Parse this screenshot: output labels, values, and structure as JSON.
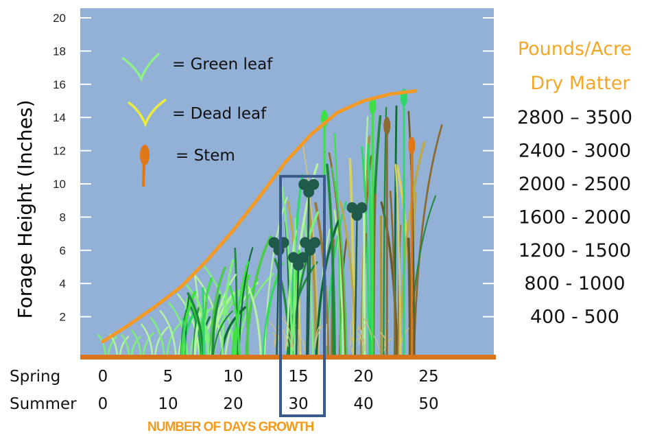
{
  "chart_data": {
    "type": "area",
    "ylabel": "Forage Height (Inches)",
    "xlabel": "NUMBER OF DAYS GROWTH",
    "ylim": [
      0,
      20
    ],
    "yticks": [
      2,
      4,
      6,
      8,
      10,
      12,
      14,
      16,
      18,
      20
    ],
    "x_rows": [
      {
        "label": "Spring",
        "ticks": [
          "0",
          "5",
          "10",
          "15",
          "20",
          "25"
        ]
      },
      {
        "label": "Summer",
        "ticks": [
          "0",
          "10",
          "20",
          "30",
          "40",
          "50"
        ]
      }
    ],
    "spring_days_range": [
      0,
      25
    ],
    "growth_curve": {
      "spring_days": [
        0,
        2,
        4,
        6,
        8,
        10,
        12,
        14,
        16,
        18,
        20,
        22,
        24
      ],
      "height_inches": [
        0.5,
        1.5,
        2.6,
        3.8,
        5.4,
        7.2,
        9.2,
        11.3,
        13.0,
        14.3,
        15.0,
        15.4,
        15.6
      ]
    },
    "highlight_box": {
      "spring_day": 15,
      "summer_day": 30,
      "top_inches": 10.5
    },
    "legend": [
      {
        "label": "= Green leaf",
        "color": "#8ef08a",
        "icon": "green-leaf-icon"
      },
      {
        "label": "= Dead leaf",
        "color": "#ecec3c",
        "icon": "dead-leaf-icon"
      },
      {
        "label": "= Stem",
        "color": "#e07818",
        "icon": "stem-icon"
      }
    ],
    "right_axis": {
      "title_line1": "Pounds/Acre",
      "title_line2": "Dry Matter",
      "labels": [
        {
          "height_inches": 14,
          "text": "2800 – 3500"
        },
        {
          "height_inches": 12,
          "text": "2400 - 3000"
        },
        {
          "height_inches": 10,
          "text": "2000 - 2500"
        },
        {
          "height_inches": 8,
          "text": "1600 - 2000"
        },
        {
          "height_inches": 6,
          "text": "1200 - 1500"
        },
        {
          "height_inches": 4,
          "text": "800 - 1000"
        },
        {
          "height_inches": 2,
          "text": "400 - 500"
        }
      ]
    },
    "colors": {
      "plot_bg": "#93b1d6",
      "curve": "#f39a26",
      "ground": "#d9741c",
      "highlight_box": "#3a5a8c",
      "grass_greens": [
        "#2fd66a",
        "#3ee046",
        "#7ef07a",
        "#b4f3a2",
        "#1f8a3a",
        "#0e6b36",
        "#4cc84a"
      ],
      "grass_dead": [
        "#d7d25e",
        "#bca84a",
        "#cbbf8a",
        "#a9953c"
      ],
      "grass_brown": [
        "#8b6a2f",
        "#9a7a3a",
        "#6b5a2a"
      ],
      "clover": "#1f5a4a"
    }
  }
}
